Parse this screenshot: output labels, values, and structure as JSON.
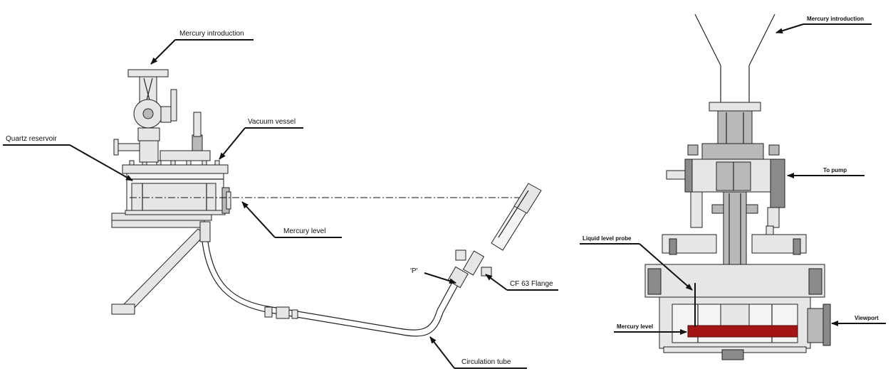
{
  "left_diagram": {
    "labels": {
      "mercury_introduction": "Mercury introduction",
      "vacuum_vessel": "Vacuum vessel",
      "quartz_reservoir": "Quartz reservoir",
      "mercury_level": "Mercury level",
      "p_label": "'P'",
      "cf63_flange": "CF 63 Flange",
      "circulation_tube": "Circulation tube"
    }
  },
  "right_diagram": {
    "labels": {
      "mercury_introduction": "Mercury introduction",
      "to_pump": "To pump",
      "liquid_level_probe": "Liquid level probe",
      "mercury_level": "Mercury level",
      "viewport": "Viewport"
    },
    "colors": {
      "mercury": "#a31515"
    }
  }
}
